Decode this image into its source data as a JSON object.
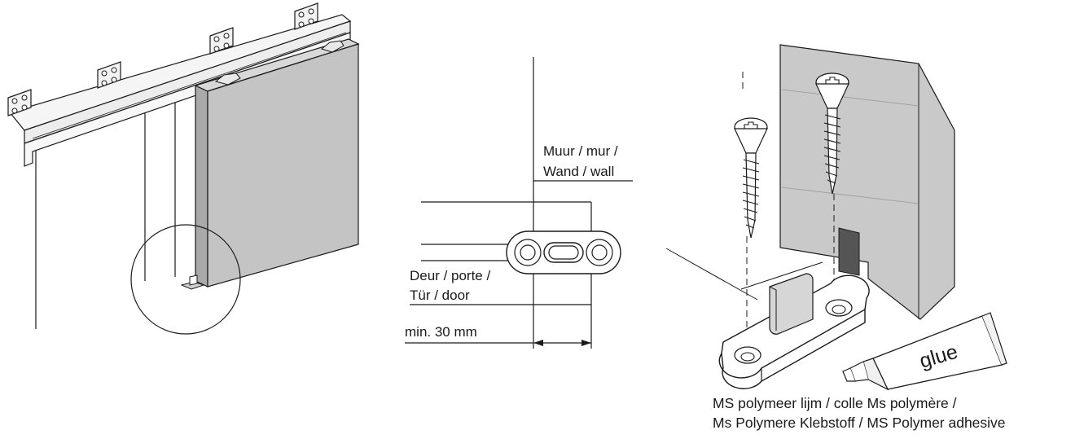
{
  "labels": {
    "wall_line1": "Muur / mur /",
    "wall_line2": "Wand / wall",
    "door_line1": "Deur / porte /",
    "door_line2": "Tür / door",
    "min_distance": "min. 30 mm",
    "glue": "glue"
  },
  "caption": {
    "line1": "MS polymeer lijm / colle Ms polymère /",
    "line2": "Ms Polymere Klebstoff / MS Polymer adhesive"
  },
  "colors": {
    "line": "#1a1a1a",
    "door_panel": "#c4c4c4",
    "wall_panel": "#c9c9c9",
    "slot_dark": "#555555",
    "background": "#ffffff"
  }
}
